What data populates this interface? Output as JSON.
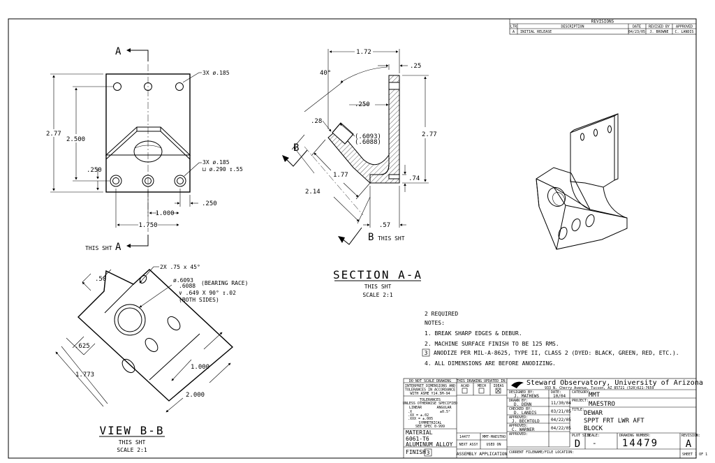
{
  "revisions": {
    "title": "REVISIONS",
    "headers": [
      "LTR",
      "DESCRIPTION",
      "DATE",
      "REVISED BY",
      "APPROVED"
    ],
    "row": [
      "A",
      "INITIAL RELEASE",
      "04/23/05",
      "J. BROWNE",
      "C. LANDIS"
    ]
  },
  "front_view": {
    "section_letter_top": "A",
    "section_letter_bottom": "A",
    "this_sht": "THIS SHT",
    "note_top_holes": "3X ø.185",
    "note_bottom_holes_1": "3X ø.185",
    "note_bottom_holes_2": "⊔ ø.290 ↧.55",
    "dim_height": "2.77",
    "dim_hole_height": "2.500",
    "dim_edge_left": ".250",
    "dim_edge_bottom": ".250",
    "dim_spacing": "1.000",
    "dim_width": "1.750"
  },
  "section_view": {
    "dim_width": "1.72",
    "dim_top": ".25",
    "dim_angle": "40°",
    "dim_wall": ".250",
    "dim_bore": "(.6093)\n(.6088)",
    "dim_bore_1": "(.6093)",
    "dim_bore_2": "(.6088)",
    "dim_edge": ".28",
    "dim_height": "2.77",
    "dim_slant": "1.77",
    "dim_slant_total": "2.14",
    "dim_base": ".74",
    "dim_foot": ".57",
    "letter_b_top": "B",
    "letter_b_bottom": "B",
    "this_sht_b": "THIS SHT",
    "title": "SECTION A-A",
    "subtitle": "THIS SHT",
    "scale": "SCALE 2:1"
  },
  "view_bb": {
    "chamfer": "2X .75 x 45°",
    "bore_1": "ø.6093 (BEARING RACE)",
    "bore_1a": "ø.6093",
    "bore_1b": ".6088",
    "bearing": "(BEARING RACE)",
    "bore_2": "∨ .649 X 90° ↧.02",
    "both_sides": "(BOTH SIDES)",
    "dim_50": ".50",
    "dim_625": ".625",
    "dim_1773": "1.773",
    "dim_1000": "1.000",
    "dim_2000": "2.000",
    "title": "VIEW B-B",
    "subtitle": "THIS SHT",
    "scale": "SCALE 2:1"
  },
  "notes": {
    "quantity": "2 REQUIRED",
    "header": "NOTES:",
    "items": [
      "1. BREAK SHARP EDGES & DEBUR.",
      "2. MACHINE SURFACE FINISH TO BE 125 RMS.",
      "ANODIZE PER MIL-A-8625, TYPE II, CLASS 2 (DYED: BLACK, GREEN, RED, ETC.).",
      "4. ALL DIMENSIONS ARE BEFORE ANODIZING."
    ],
    "flag_number": "3"
  },
  "title_block": {
    "do_not_scale": "DO NOT SCALE DRAWING",
    "interpret_1": "INTERPRET DIMENSIONS AND",
    "interpret_2": "TOLERANCES IN ACCORDANCE",
    "interpret_3": "WITH ASME Y14.5M-94",
    "tolerances": "TOLERANCES",
    "unless": "UNLESS OTHERWISE SPECIFIED",
    "linear": "LINEAR",
    "angular": "ANGULAR",
    "tol_x": ".X",
    "tol_xx": ".XX = ±.02",
    "tol_xxx": ".XXX = ±.005",
    "tol_ang": "±0.5°",
    "symmetrical": "SYMMETRICAL",
    "see_spec": "SEE SPEC 0-999",
    "material_label": "MATERIAL",
    "material_1": "6061-T6",
    "material_2": "ALUMINUM ALLOY",
    "finish_label": "FINISH",
    "finish_flag": "3",
    "updated_in": "THIS DRAWING UPDATED IN:",
    "cad_headers": [
      "ACAD",
      "MECH",
      "IDEAS"
    ],
    "next_assy_num": "14477",
    "next_assy_name": "MMT-MAESTRO",
    "next_assy": "NEXT ASSY",
    "used_on": "USED ON",
    "assembly_app": "ASSEMBLY APPLICATION",
    "org_name": "Steward Observatory, University of Arizona",
    "org_address": "933 N. Cherry Avenue, Tucson, AZ 85721  (520)621-7659",
    "designed_by_label": "DESIGNED BY:",
    "designed_by": "J. MATHEWS",
    "date_label": "DATE:",
    "designed_date": "10/04",
    "drawn_by_label": "DRAWN BY:",
    "drawn_by": "D. DENN",
    "drawn_date": "11/30/04",
    "checked_by_label": "CHECKED BY:",
    "checked_by": "D. LANDIS",
    "checked_date": "03/21/05",
    "approved_label": "APPROVED:",
    "approved_1": "J. BECHTOLD",
    "approved_1_date": "04/22/05",
    "approved_2": "C. WARNER",
    "approved_2_date": "04/22/05",
    "category_label": "CATEGORY:",
    "category": "MMT",
    "project_label": "PROJECT:",
    "project": "MAESTRO",
    "title_label": "TITLE:",
    "title_1": "DEWAR",
    "title_2": "SPPT FRT LWR AFT",
    "title_3": "BLOCK",
    "plot_size_label": "PLOT SIZE",
    "plot_size": "D",
    "scale_label": "SCALE:",
    "scale": "-",
    "drawing_number_label": "DRAWING NUMBER:",
    "drawing_number": "14479",
    "revision_label": "REVISION:",
    "revision": "A",
    "current_file_label": "CURRENT FILENAME/FILE LOCATION:",
    "sheet": "SHEET 1 OF 1"
  }
}
